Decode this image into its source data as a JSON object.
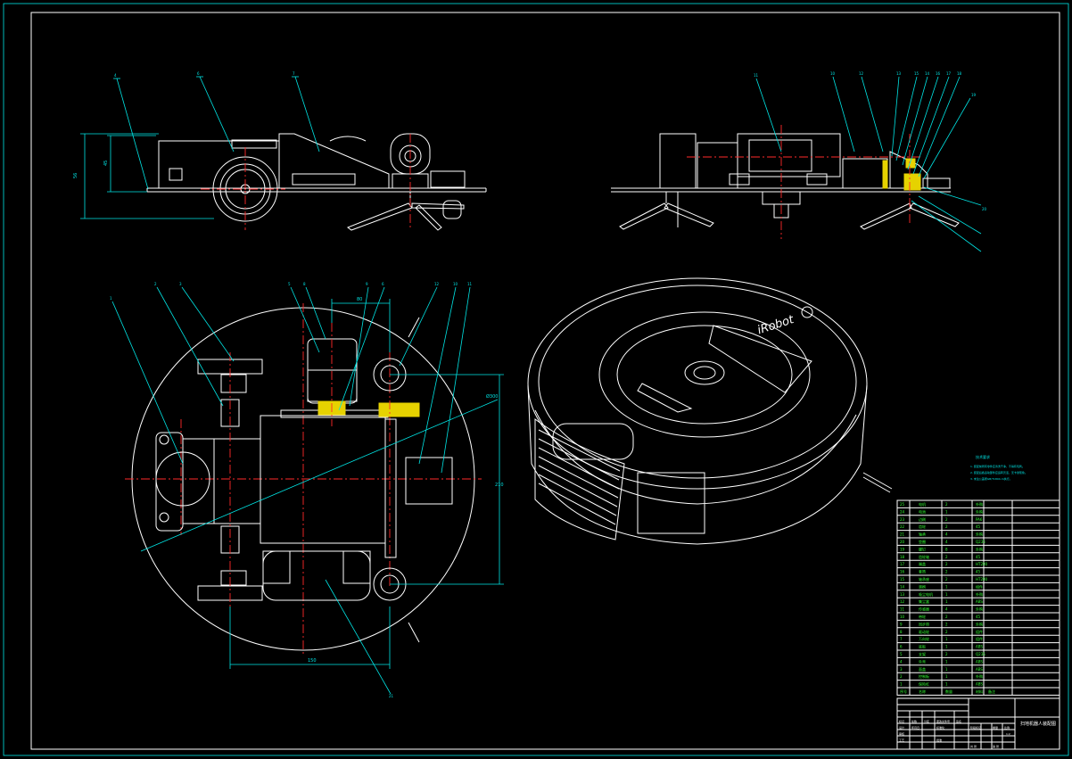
{
  "colors": {
    "background": "#000000",
    "outline": "#ffffff",
    "annotation": "#00e5e5",
    "centerline": "#ff2a2a",
    "highlight": "#e6d200",
    "table_text": "#33ff33"
  },
  "logo_text": "iRobot",
  "dimensions": {
    "side_height_outer": "56",
    "side_height_inner": "45",
    "top_width_top": "80",
    "top_height_right": "210",
    "top_width_bottom": "150",
    "top_diameter": "Ø300"
  },
  "balloons_side_left": [
    "4",
    "6",
    "7"
  ],
  "balloons_side_right": [
    "11",
    "10",
    "12",
    "13",
    "15",
    "14",
    "16",
    "17",
    "18",
    "19",
    "20"
  ],
  "balloons_top": [
    "1",
    "2",
    "3",
    "5",
    "8",
    "9",
    "6",
    "12",
    "10",
    "11",
    "21"
  ],
  "notes": {
    "title": "技术要求",
    "lines": [
      "1. 装配前所有零件应清洗干净，不得有毛刺。",
      "2. 装配后各运动部件应运转灵活，无卡滞现象。",
      "3. 未注公差按GB/T1804-m执行。"
    ]
  },
  "bom": {
    "rows": [
      [
        "25",
        "电机",
        "2",
        "外购",
        ""
      ],
      [
        "24",
        "电池",
        "1",
        "外购",
        ""
      ],
      [
        "23",
        "边刷",
        "2",
        "PA6",
        ""
      ],
      [
        "22",
        "齿轮",
        "2",
        "45",
        ""
      ],
      [
        "21",
        "轴承",
        "4",
        "外购",
        ""
      ],
      [
        "20",
        "垫圈",
        "4",
        "Q235",
        ""
      ],
      [
        "19",
        "螺钉",
        "8",
        "外购",
        ""
      ],
      [
        "18",
        "齿轮轴",
        "2",
        "45",
        ""
      ],
      [
        "17",
        "端盖",
        "2",
        "HT200",
        ""
      ],
      [
        "16",
        "套筒",
        "2",
        "45",
        ""
      ],
      [
        "15",
        "轴承座",
        "2",
        "HT200",
        ""
      ],
      [
        "14",
        "滚刷",
        "1",
        "组件",
        ""
      ],
      [
        "13",
        "吸尘电机",
        "1",
        "外购",
        ""
      ],
      [
        "12",
        "集尘盒",
        "1",
        "ABS",
        ""
      ],
      [
        "11",
        "传感器",
        "4",
        "外购",
        ""
      ],
      [
        "10",
        "带轮",
        "2",
        "45",
        ""
      ],
      [
        "9",
        "同步带",
        "2",
        "外购",
        ""
      ],
      [
        "8",
        "驱动轮",
        "2",
        "组件",
        ""
      ],
      [
        "7",
        "万向轮",
        "1",
        "组件",
        ""
      ],
      [
        "6",
        "底板",
        "1",
        "ABS",
        ""
      ],
      [
        "5",
        "支架",
        "2",
        "Q235",
        ""
      ],
      [
        "4",
        "外壳",
        "1",
        "ABS",
        ""
      ],
      [
        "3",
        "面盖",
        "1",
        "ABS",
        ""
      ],
      [
        "2",
        "控制板",
        "1",
        "外购",
        ""
      ],
      [
        "1",
        "保险杠",
        "1",
        "ABS",
        ""
      ]
    ],
    "header": [
      "序号",
      "名称",
      "数量",
      "材料",
      "备注"
    ]
  },
  "title_block": {
    "drawing_title": "扫地机器人装配图",
    "labels": [
      "标记",
      "处数",
      "分区",
      "更改文件号",
      "签名",
      "年月日",
      "设计",
      "标准化",
      "阶段标记",
      "重量",
      "比例",
      "审核",
      "工艺",
      "批准",
      "共 张",
      "第 张"
    ],
    "scale": "1:2"
  }
}
